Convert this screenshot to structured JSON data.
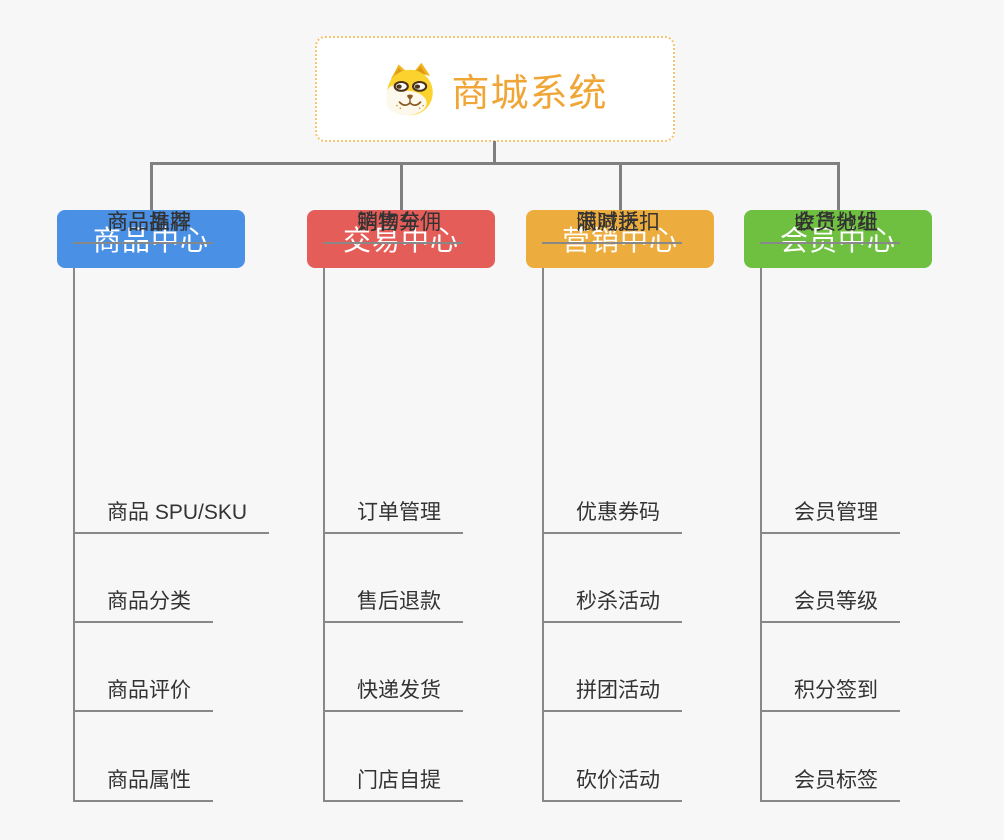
{
  "page": {
    "background_color": "#f7f7f7",
    "connector_color": "#808080"
  },
  "root": {
    "label": "商城系统",
    "icon": "doge-icon",
    "text_color": "#f0a637",
    "border_color": "#f5c571",
    "background_color": "#ffffff"
  },
  "branches": [
    {
      "label": "商品中心",
      "color": "#4a90e5",
      "children": [
        "商品 SPU/SKU",
        "商品分类",
        "商品评价",
        "商品属性",
        "商品推荐",
        "商品品牌"
      ]
    },
    {
      "label": "交易中心",
      "color": "#e45d59",
      "children": [
        "订单管理",
        "售后退款",
        "快递发货",
        "门店自提",
        "购物车",
        "销售分佣"
      ]
    },
    {
      "label": "营销中心",
      "color": "#edad3e",
      "children": [
        "优惠券码",
        "秒杀活动",
        "拼团活动",
        "砍价活动",
        "限时折扣",
        "满减送"
      ]
    },
    {
      "label": "会员中心",
      "color": "#6fc041",
      "children": [
        "会员管理",
        "会员等级",
        "积分签到",
        "会员标签",
        "会员分组",
        "收货地址"
      ]
    }
  ]
}
